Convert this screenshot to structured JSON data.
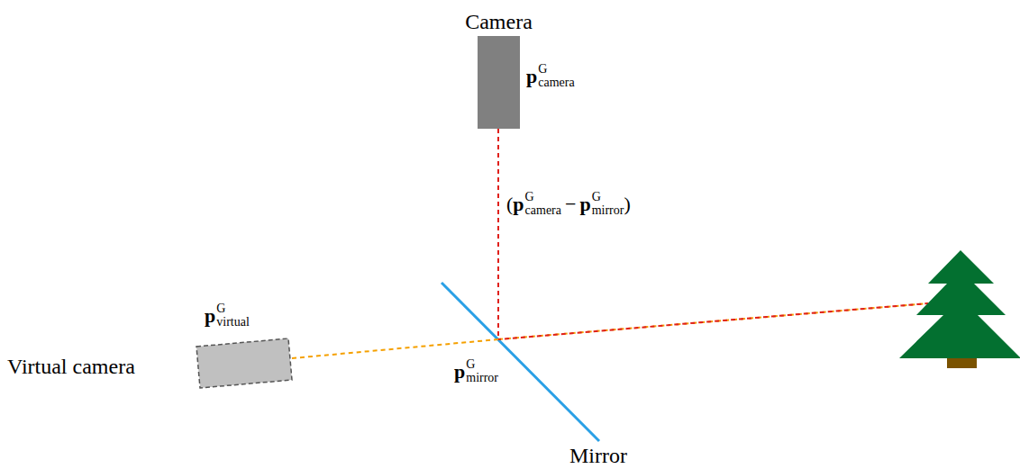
{
  "diagram": {
    "nodes": [
      {
        "text": [
          "Camera"
        ]
      },
      {
        "text": [
          "Virtual camera"
        ]
      }
    ],
    "labels": [
      "p",
      "G",
      "camera",
      "(",
      "p",
      "G",
      "camera",
      "−",
      "p",
      "G",
      "mirror",
      ")",
      "p",
      "G",
      "virtual",
      "p",
      "G",
      "mirror",
      "Mirror"
    ]
  }
}
